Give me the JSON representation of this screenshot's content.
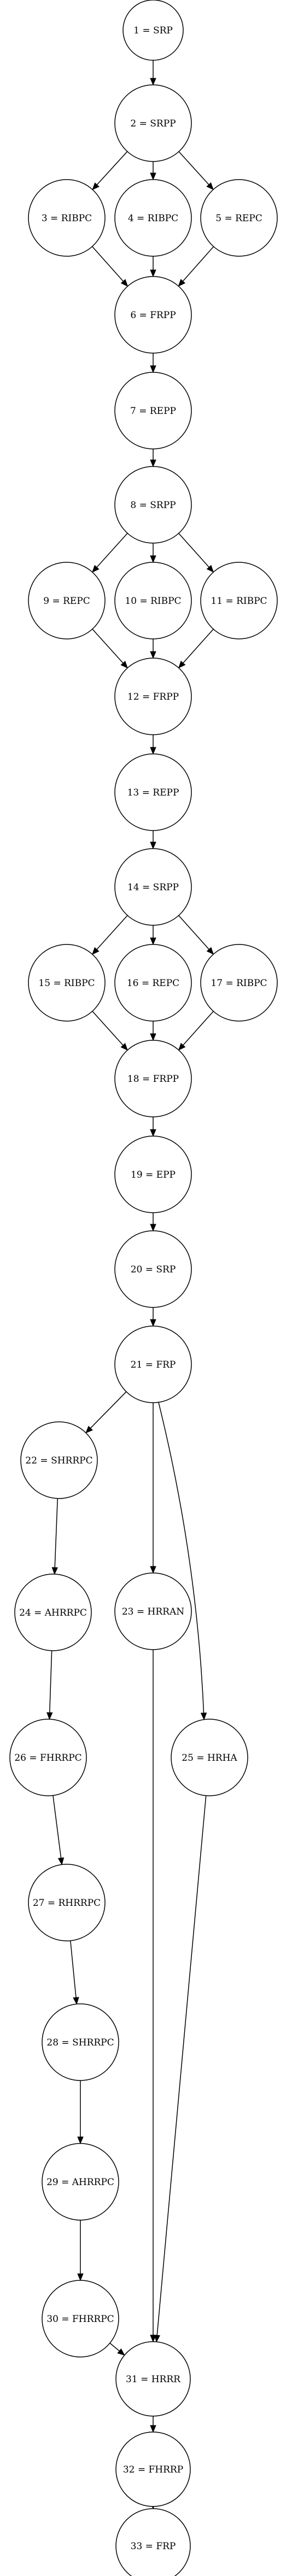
{
  "diagram": {
    "nodes": [
      {
        "id": 1,
        "label": "1 = SRP"
      },
      {
        "id": 2,
        "label": "2 = SRPP"
      },
      {
        "id": 3,
        "label": "3 = RIBPC"
      },
      {
        "id": 4,
        "label": "4 = RIBPC"
      },
      {
        "id": 5,
        "label": "5 = REPC"
      },
      {
        "id": 6,
        "label": "6 = FRPP"
      },
      {
        "id": 7,
        "label": "7 = REPP"
      },
      {
        "id": 8,
        "label": "8 = SRPP"
      },
      {
        "id": 9,
        "label": "9 = REPC"
      },
      {
        "id": 10,
        "label": "10 = RIBPC"
      },
      {
        "id": 11,
        "label": "11 = RIBPC"
      },
      {
        "id": 12,
        "label": "12 = FRPP"
      },
      {
        "id": 13,
        "label": "13 = REPP"
      },
      {
        "id": 14,
        "label": "14 = SRPP"
      },
      {
        "id": 15,
        "label": "15 = RIBPC"
      },
      {
        "id": 16,
        "label": "16 = REPC"
      },
      {
        "id": 17,
        "label": "17 = RIBPC"
      },
      {
        "id": 18,
        "label": "18 = FRPP"
      },
      {
        "id": 19,
        "label": "19 = EPP"
      },
      {
        "id": 20,
        "label": "20 = SRP"
      },
      {
        "id": 21,
        "label": "21 = FRP"
      },
      {
        "id": 22,
        "label": "22 = SHRRPC"
      },
      {
        "id": 23,
        "label": "23 = HRRAN"
      },
      {
        "id": 24,
        "label": "24 = AHRRPC"
      },
      {
        "id": 25,
        "label": "25 = HRHA"
      },
      {
        "id": 26,
        "label": "26 = FHRRPC"
      },
      {
        "id": 27,
        "label": "27 = RHRRPC"
      },
      {
        "id": 28,
        "label": "28 = SHRRPC"
      },
      {
        "id": 29,
        "label": "29 = AHRRPC"
      },
      {
        "id": 30,
        "label": "30 = FHRRPC"
      },
      {
        "id": 31,
        "label": "31 = HRRR"
      },
      {
        "id": 32,
        "label": "32 = FHRRP"
      },
      {
        "id": 33,
        "label": "33 = FRP"
      }
    ],
    "edges": [
      [
        1,
        2
      ],
      [
        2,
        3
      ],
      [
        2,
        4
      ],
      [
        2,
        5
      ],
      [
        3,
        6
      ],
      [
        4,
        6
      ],
      [
        5,
        6
      ],
      [
        6,
        7
      ],
      [
        7,
        8
      ],
      [
        8,
        9
      ],
      [
        8,
        10
      ],
      [
        8,
        11
      ],
      [
        9,
        12
      ],
      [
        10,
        12
      ],
      [
        11,
        12
      ],
      [
        12,
        13
      ],
      [
        13,
        14
      ],
      [
        14,
        15
      ],
      [
        14,
        16
      ],
      [
        14,
        17
      ],
      [
        15,
        18
      ],
      [
        16,
        18
      ],
      [
        17,
        18
      ],
      [
        18,
        19
      ],
      [
        19,
        20
      ],
      [
        20,
        21
      ],
      [
        21,
        22
      ],
      [
        21,
        23
      ],
      [
        21,
        25
      ],
      [
        22,
        24
      ],
      [
        24,
        26
      ],
      [
        26,
        27
      ],
      [
        27,
        28
      ],
      [
        28,
        29
      ],
      [
        29,
        30
      ],
      [
        30,
        31
      ],
      [
        23,
        31
      ],
      [
        25,
        31
      ],
      [
        31,
        32
      ],
      [
        32,
        33
      ]
    ]
  }
}
